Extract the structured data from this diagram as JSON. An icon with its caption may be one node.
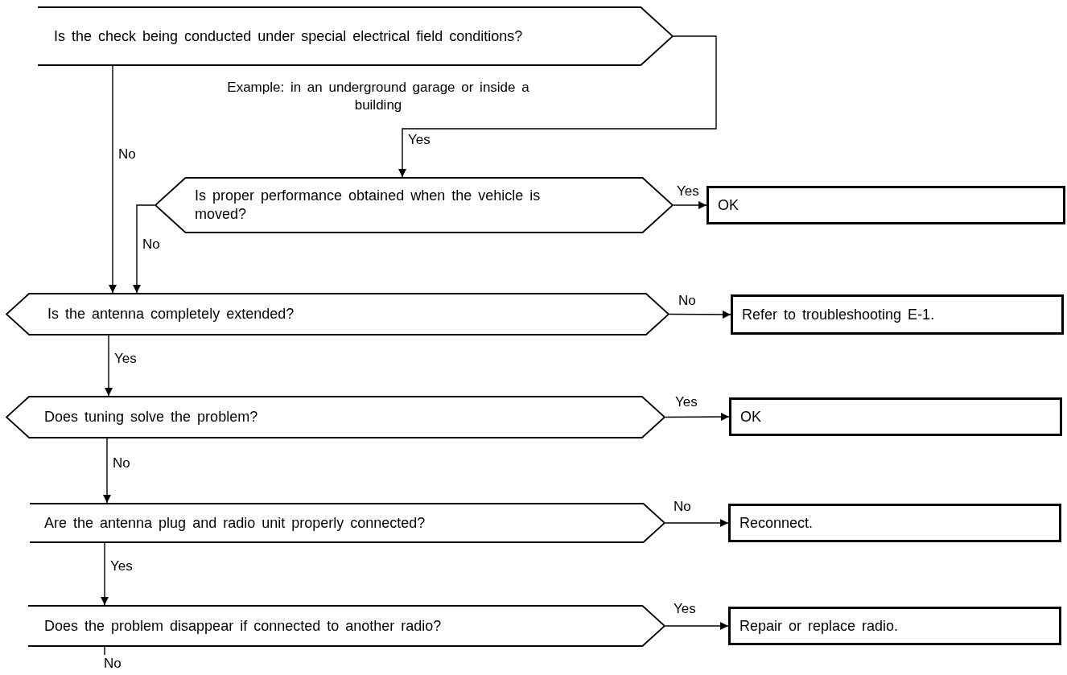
{
  "diagram": {
    "nodes": [
      {
        "text": [
          "Is the check being conducted under special electrical field conditions?"
        ]
      },
      {
        "text": [
          "Is proper performance obtained when the vehicle is moved?"
        ]
      },
      {
        "text": [
          "OK"
        ]
      },
      {
        "text": [
          "Is the antenna completely extended?"
        ]
      },
      {
        "text": [
          "Refer to troubleshooting E-1."
        ]
      },
      {
        "text": [
          "Does tuning solve the problem?"
        ]
      },
      {
        "text": [
          "OK"
        ]
      },
      {
        "text": [
          "Are the antenna plug and radio unit properly connected?"
        ]
      },
      {
        "text": [
          "Reconnect."
        ]
      },
      {
        "text": [
          "Does the problem disappear if connected to another radio?"
        ]
      },
      {
        "text": [
          "Repair or replace radio."
        ]
      }
    ],
    "edges": [
      {
        "from": 0,
        "to": 1,
        "arrow": "to",
        "label": "Yes"
      },
      {
        "from": 0,
        "to": 3,
        "arrow": "to",
        "label": "No"
      },
      {
        "from": 1,
        "to": 2,
        "arrow": "to",
        "label": "Yes"
      },
      {
        "from": 1,
        "to": 3,
        "arrow": "to",
        "label": "No"
      },
      {
        "from": 3,
        "to": 4,
        "arrow": "to",
        "label": "No"
      },
      {
        "from": 3,
        "to": 5,
        "arrow": "to",
        "label": "Yes"
      },
      {
        "from": 5,
        "to": 6,
        "arrow": "to",
        "label": "Yes"
      },
      {
        "from": 5,
        "to": 7,
        "arrow": "to",
        "label": "No"
      },
      {
        "from": 7,
        "to": 8,
        "arrow": "to",
        "label": "No"
      },
      {
        "from": 7,
        "to": 9,
        "arrow": "to",
        "label": "Yes"
      },
      {
        "from": 9,
        "to": 10,
        "arrow": "to",
        "label": "Yes"
      },
      {
        "from": 9,
        "to": null,
        "arrow": "none",
        "label": "No"
      }
    ],
    "labels": [
      "Example: in an underground garage or inside a building"
    ]
  }
}
